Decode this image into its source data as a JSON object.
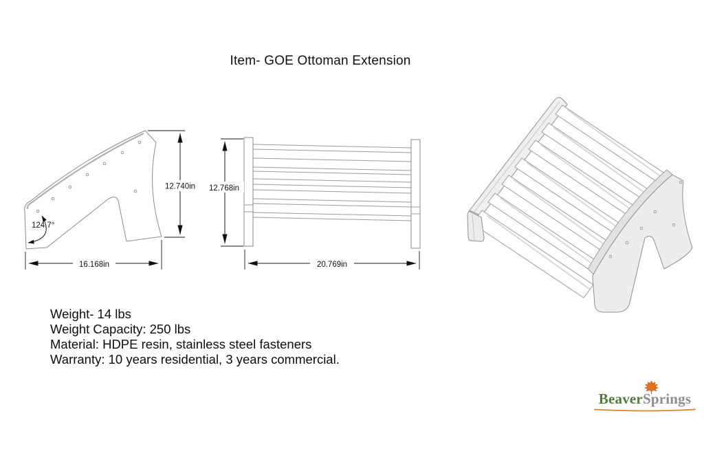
{
  "title": "Item- GOE Ottoman Extension",
  "side_view": {
    "height_label": "12.740in",
    "width_label": "16.168in",
    "angle_label": "124.7°"
  },
  "front_view": {
    "height_label": "12.768in",
    "width_label": "20.769in"
  },
  "specs": {
    "weight": "Weight- 14 lbs",
    "capacity": "Weight Capacity: 250 lbs",
    "material": "Material: HDPE resin, stainless steel fasteners",
    "warranty": "Warranty: 10 years residential, 3 years commercial."
  },
  "logo": {
    "beaver": "Beaver",
    "springs": "Springs",
    "beaver_color": "#4d7c3b",
    "springs_color": "#8d8d8d",
    "leaf_color": "#e0711f",
    "underline_color": "#d8862c"
  }
}
